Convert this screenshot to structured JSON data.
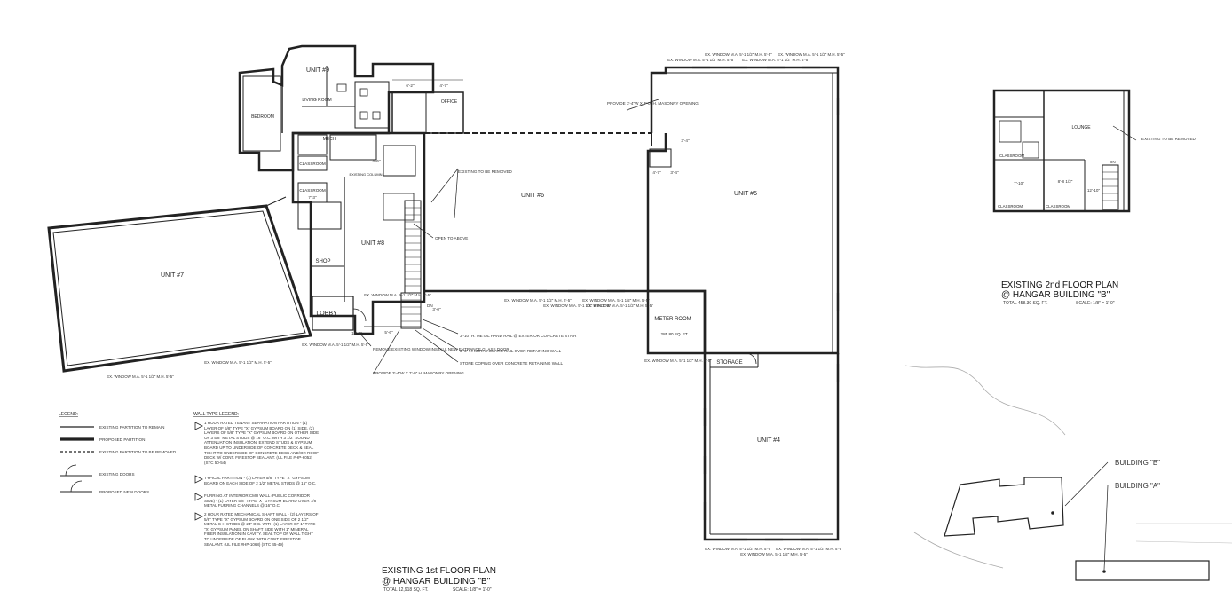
{
  "floor1": {
    "units": {
      "unit9": "UNIT #9",
      "unit8": "UNIT #8",
      "unit7": "UNIT #7",
      "unit6": "UNIT #6",
      "unit5": "UNIT #5",
      "unit4": "UNIT #4"
    },
    "rooms": {
      "bedroom": "BEDROOM",
      "living_room": "LIVING ROOM",
      "office": "OFFICE",
      "mech": "MECH",
      "classroom_a": "CLASSROOM",
      "classroom_b": "CLASSROOM",
      "shop": "SHOP",
      "lobby": "LOBBY",
      "meter_room": "METER ROOM",
      "meter_room_area": "285.80 SQ. FT.",
      "storage": "STORAGE",
      "existing_column": "EXISTING COLUMN"
    },
    "dims": {
      "d1": "6'-2\"",
      "d2": "4'-7\"",
      "d3": "4'-6\"",
      "d4": "7'-3\"",
      "d5": "4'-7\"",
      "d6": "3'-4\"",
      "d7": "12'-0\"",
      "d8": "5'-6\"",
      "d9": "3'-0\"",
      "d10": "3'-4\""
    },
    "notes": {
      "existing_removed": "EXISTING TO BE REMOVED",
      "open_above": "OPEN TO ABOVE",
      "provide_opening": "PROVIDE 3'-4\"W X 7'-0\" H. MASONRY OPENING",
      "remove_window": "REMOVE EXISTING WINDOW INSTALL NEW ENTRANCE GLASS DOOR",
      "provide_opening_2": "PROVIDE 3'-4\"W X 7'-0\" H. MASONRY OPENING",
      "handrail": "3'-10\" H. METAL HAND RAIL @ EXTERIOR CONCRETE STAIR",
      "guardrail": "3'-6\" H. METAL GUARD RAIL OVER RETAINING WALL",
      "coping": "STONE COPING OVER CONCRETE RETAINING WALL",
      "dn": "DN"
    },
    "windows": {
      "top_a": "EX. WINDOW M.A. 5'-1 1/2\" M.H. 5'-5\"",
      "top_b": "EX. WINDOW M.A. 5'-1 1/2\" M.H. 5'-5\"",
      "top_c": "EX. WINDOW M.A. 5'-1 1/2\" M.H. 5'-5\"",
      "top_d": "EX. WINDOW M.A. 5'-1 1/2\" M.H. 5'-5\"",
      "mid_a": "EX. WINDOW M.A. 5'-1 1/2\" M.H. 5'-5\"",
      "mid_b": "EX. WINDOW M.A. 5'-1 1/2\" M.H. 5'-5\"",
      "mid_c": "EX. WINDOW M.A. 5'-1 1/2\" M.H. 5'-5\"",
      "mid_d": "EX. WINDOW M.A. 5'-1 1/2\" M.H. 5'-5\"",
      "bot_a": "EX. WINDOW M.A. 5'-1 1/2\" M.H. 5'-5\"",
      "bot_b": "EX. WINDOW M.A. 5'-1 1/2\" M.H. 5'-5\"",
      "bot_c": "EX. WINDOW M.A. 5'-1 1/2\" M.H. 5'-5\"",
      "bot_d": "EX. WINDOW M.A. 5'-1 1/2\" M.H. 5'-5\"",
      "u7_a": "EX. WINDOW M.A. 5'-1 1/2\" M.H. 5'-5\"",
      "u7_b": "EX. WINDOW M.A. 5'-1 1/2\" M.H. 5'-5\"",
      "lobby": "EX. WINDOW M.A. 5'-1 1/2\" M.H. 5'-5\"",
      "storage": "EX. WINDOW M.A. 5'-1 1/2\" M.H. 5'-5\""
    },
    "title": "EXISTING 1st FLOOR PLAN",
    "subtitle": "@ HANGAR BUILDING \"B\"",
    "total": "TOTAL 12,918 SQ. FT.",
    "scale": "SCALE: 1/8\" = 1'-0\""
  },
  "legend": {
    "heading": "LEGEND:",
    "items": [
      "EXISTING PARTITION TO REMAIN",
      "PROPOSED PARTITION",
      "EXISTING PARTITION TO BE REMOVED",
      "EXISTING DOORS",
      "PROPOSED NEW DOORS"
    ]
  },
  "wall_types": {
    "heading": "WALL TYPE LEGEND:",
    "items": [
      "1 HOUR RATED TENANT SEPARATION PARTITION - (1) LAYER OF 5/8\" TYPE \"X\" GYPSUM BOARD ON (1) SIDE, (2) LAYERS OF 5/8\" TYPE \"X\" GYPSUM BOARD ON OTHER SIDE OF 3 5/8\" METAL STUDS @ 16\" O.C. WITH 3 1/2\" SOUND ATTENUATION INSULATION. EXTEND STUDS & GYPSUM BOARD UP TO UNDERSIDE OF CONCRETE DECK & SEAL TIGHT TO UNDERSIDE OF CONCRETE DECK AND/OR ROOF DECK W/ CONT. FIRESTOP SEALANT. (UL FILE #HP-6052) (STC 50-54)",
      "TYPICAL PARTITION - (1) LAYER 5/8\" TYPE \"X\" GYPSUM BOARD ON EACH SIDE OF 2 1/2\" METAL STUDS @ 16\" O.C.",
      "FURRING AT INTERIOR CMU WALL (PUBLIC CORRIDOR SIDE) - (1) LAYER 5/8\" TYPE \"X\" GYPSUM BOARD OVER 7/8\" METAL FURRING CHANNELS @ 16\" O.C.",
      "2 HOUR RATED MECHANICAL SHAFT WALL - (2) LAYERS OF 5/8\" TYPE \"X\" GYPSUM BOARD ON ONE SIDE OF 2 1/2\" METAL C-H STUDS @ 24\" O.C. WITH (1) LAYER OF 1\" TYPE \"X\" GYPSUM PANEL ON SHAFT SIDE WITH 1\" MINERAL FIBER INSULATION IN CAVITY. SEAL TOP OF WALL TIGHT TO UNDERSIDE OF PLANK WITH CONT. FIRESTOP SEALANT. (UL FILE #HP-1068) (STC 45-49)"
    ]
  },
  "floor2": {
    "rooms": {
      "lounge": "LOUNGE",
      "classroom_a": "CLASSROOM",
      "classroom_b": "CLASSROOM",
      "classroom_c": "CLASSROOM"
    },
    "dims": {
      "d1": "7'-10\"",
      "d2": "8'-8 1/2\"",
      "d3": "12'-10\""
    },
    "note": "EXISTING TO BE REMOVED",
    "dn": "DN",
    "title": "EXISTING 2nd FLOOR PLAN",
    "subtitle": "@ HANGAR BUILDING \"B\"",
    "total": "TOTAL 458.30 SQ. FT.",
    "scale": "SCALE: 1/8\" = 1'-0\""
  },
  "site": {
    "building_b": "BUILDING \"B\"",
    "building_a": "BUILDING \"A\""
  }
}
